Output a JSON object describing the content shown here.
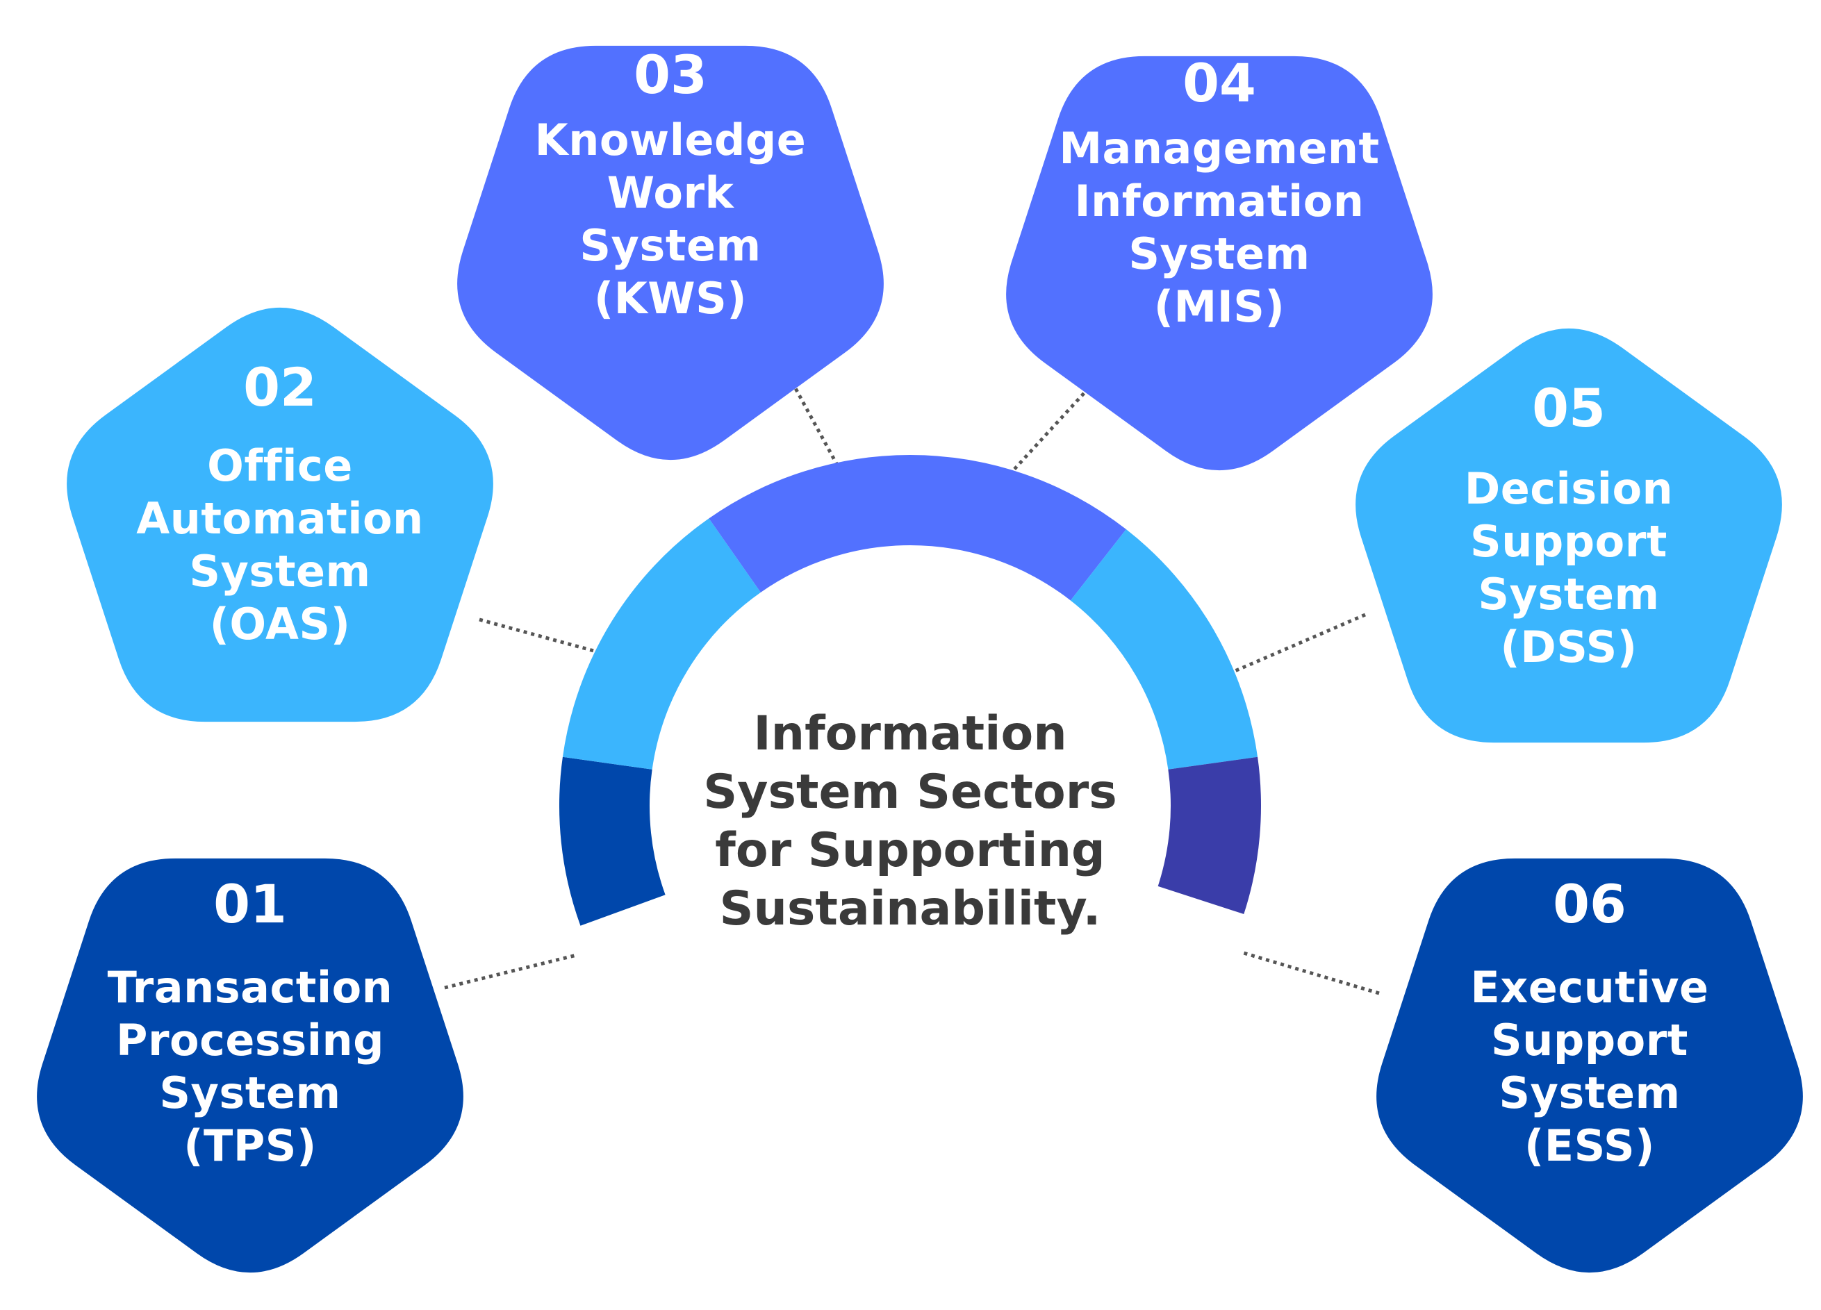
{
  "title": "Information\nSystem Sectors\nfor Supporting\nSustainability.",
  "colors": {
    "dark_blue": "#0047AB",
    "light_blue": "#3BB5FD",
    "periwinkle": "#5271FF",
    "indigo": "#3A3DA9",
    "connector": "#555555",
    "title_text": "#3a3a3a"
  },
  "nodes": [
    {
      "number": "01",
      "label": "Transaction\nProcessing\nSystem\n(TPS)",
      "color": "#0047AB"
    },
    {
      "number": "02",
      "label": "Office\nAutomation\nSystem\n(OAS)",
      "color": "#3BB5FD"
    },
    {
      "number": "03",
      "label": "Knowledge\nWork\nSystem\n(KWS)",
      "color": "#5271FF"
    },
    {
      "number": "04",
      "label": "Management\nInformation\nSystem\n(MIS)",
      "color": "#5271FF"
    },
    {
      "number": "05",
      "label": "Decision\nSupport\nSystem\n(DSS)",
      "color": "#3BB5FD"
    },
    {
      "number": "06",
      "label": "Executive\nSupport\nSystem\n(ESS)",
      "color": "#0047AB"
    }
  ],
  "arc_segments": [
    {
      "name": "segment-01",
      "color": "#0047AB"
    },
    {
      "name": "segment-02",
      "color": "#3BB5FD"
    },
    {
      "name": "segment-03",
      "color": "#5271FF"
    },
    {
      "name": "segment-04",
      "color": "#5271FF"
    },
    {
      "name": "segment-05",
      "color": "#3BB5FD"
    },
    {
      "name": "segment-06",
      "color": "#3A3DA9"
    }
  ]
}
